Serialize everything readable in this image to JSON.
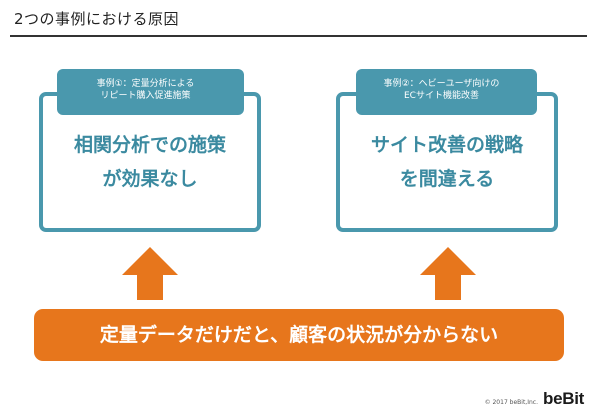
{
  "slide": {
    "title": "2つの事例における原因"
  },
  "cases": [
    {
      "tag_lines": [
        "事例①：定量分析による",
        "リピート購入促進施策"
      ],
      "body_lines": [
        "相関分析での施策",
        "が効果なし"
      ]
    },
    {
      "tag_lines": [
        "事例②：ヘビーユーザ向けの",
        "ECサイト機能改善"
      ],
      "body_lines": [
        "サイト改善の戦略",
        "を間違える"
      ]
    }
  ],
  "conclusion": {
    "text": "定量データだけだと、顧客の状況が分からない"
  },
  "footer": {
    "copyright": "© 2017 beBit,Inc.",
    "logo": "beBit"
  },
  "colors": {
    "teal": "#4a98ad",
    "orange": "#e7761c"
  }
}
